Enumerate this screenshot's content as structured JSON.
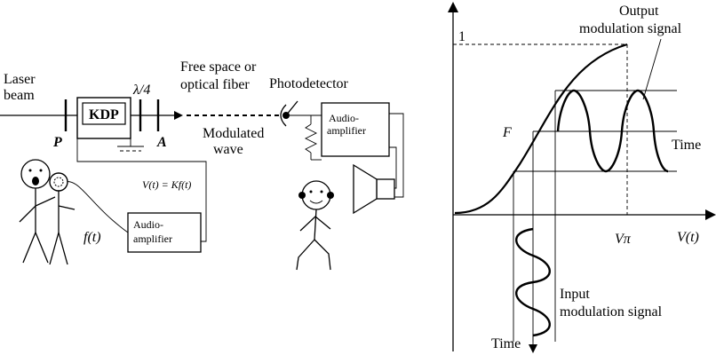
{
  "setup": {
    "laser_beam": [
      "Laser",
      "beam"
    ],
    "kdp": "KDP",
    "quarter_wave": "λ/4",
    "polarizer": "P",
    "analyzer": "A",
    "free_space": [
      "Free space or",
      "optical fiber"
    ],
    "photodetector": "Photodetector",
    "modulated_wave": [
      "Modulated",
      "wave"
    ],
    "audio_amp_receiver": [
      "Audio-",
      "amplifier"
    ],
    "audio_amp_source": [
      "Audio-",
      "amplifier"
    ],
    "drive_voltage": "V(t) = Kf(t)",
    "signal": "f(t)"
  },
  "transfer_plot": {
    "y_tick": "1",
    "output_label": [
      "Output",
      "modulation signal"
    ],
    "operating_point": "F",
    "time_right": "Time",
    "voltage_axis": "V(t)",
    "v_pi": "Vπ",
    "input_label": [
      "Input",
      "modulation signal"
    ],
    "time_down": "Time"
  }
}
